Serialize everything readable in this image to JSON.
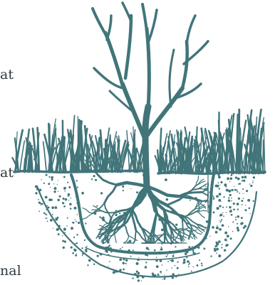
{
  "labels": {
    "upper": "at",
    "middle": "at",
    "lower": "nal"
  },
  "colors": {
    "ink": "#41757a",
    "text": "#2f3b40",
    "background": "#ffffff"
  },
  "icons": [
    "tree-illustration",
    "grass",
    "planting-hole",
    "root-ball",
    "soil-particles"
  ]
}
